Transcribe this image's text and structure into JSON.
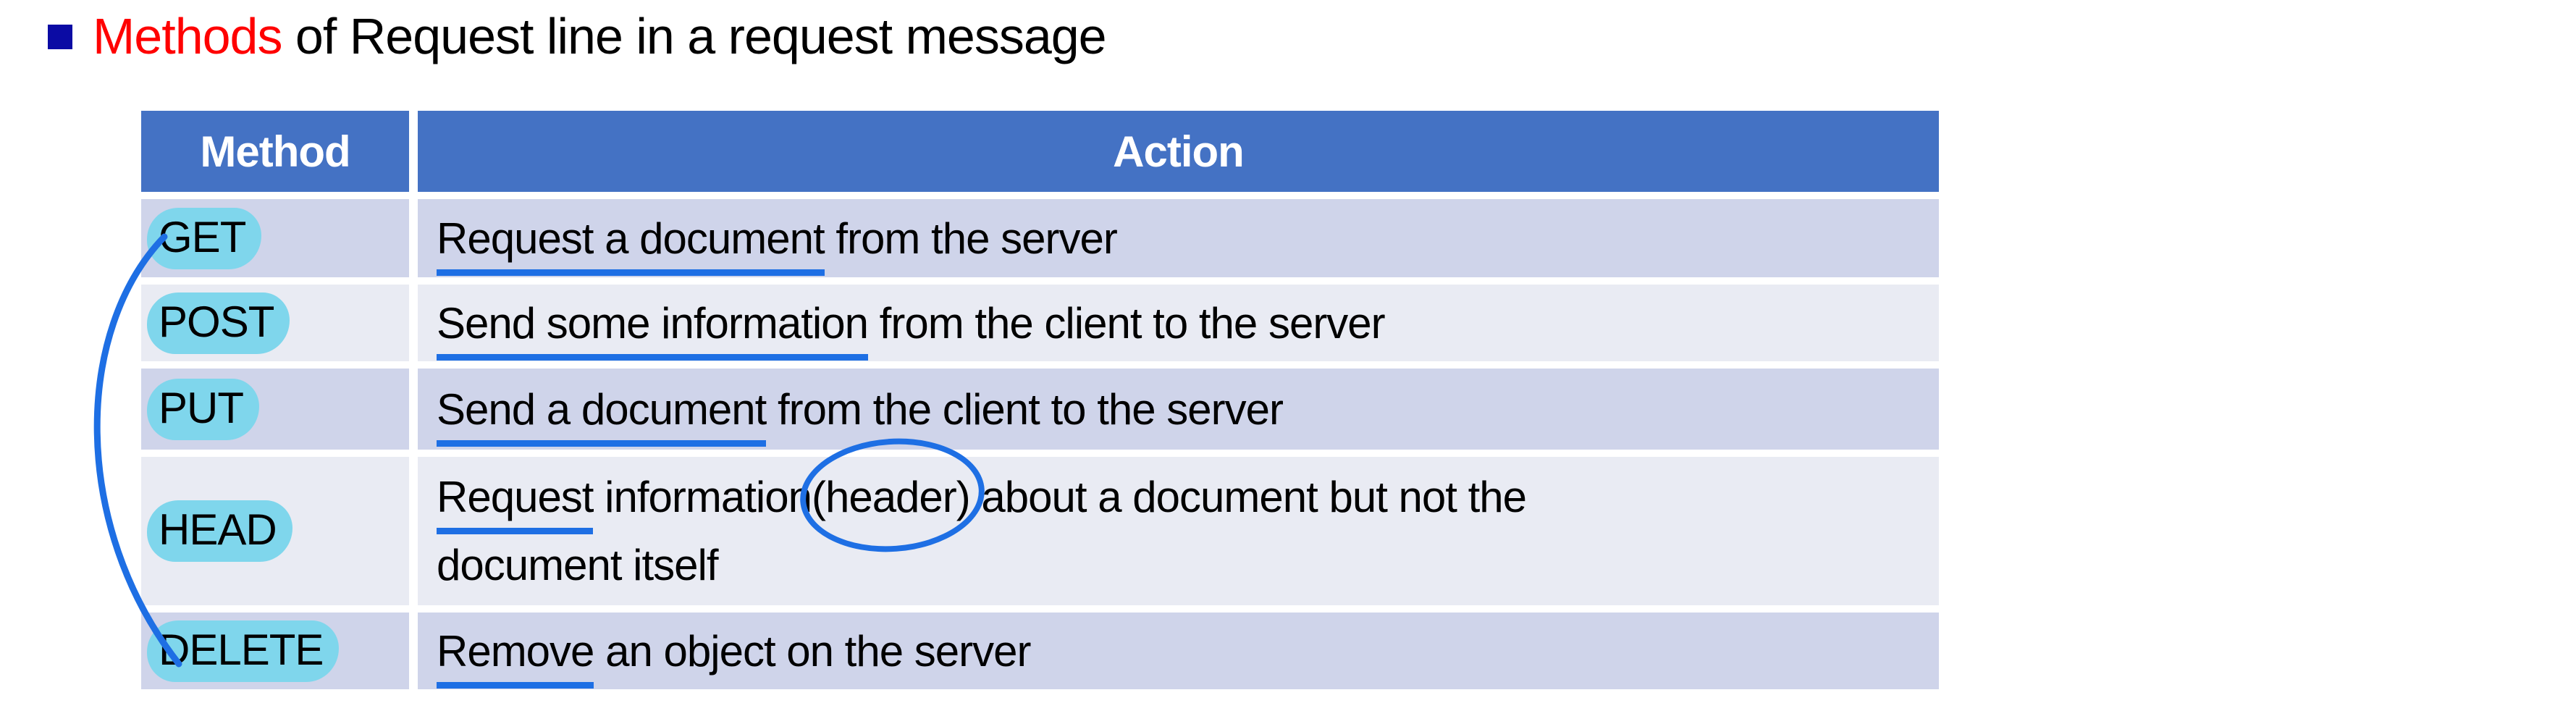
{
  "slide": {
    "title": {
      "emphasis": "Methods",
      "rest": " of Request line in a request message"
    }
  },
  "colors": {
    "page_bg": "#FFFFFF",
    "title_emphasis_red": "#FF0000",
    "bullet_navy": "#0B0BA4",
    "header_bg_blue": "#4472C4",
    "header_text": "#FFFFFF",
    "row_band_dark": "#CFD4EA",
    "row_band_light": "#E9EBF3",
    "method_highlight_cyan": "#7FD6EC",
    "ink_annotation_blue": "#1E6FE4",
    "body_text": "#000000"
  },
  "table": {
    "headers": [
      {
        "label": "Method"
      },
      {
        "label": "Action"
      }
    ],
    "rows": [
      {
        "method": "GET",
        "segments": [
          {
            "text": "Request a document",
            "underline": true
          },
          {
            "text": " from the server"
          }
        ]
      },
      {
        "method": "POST",
        "segments": [
          {
            "text": "Send some information",
            "underline": true
          },
          {
            "text": " from the client to the server"
          }
        ]
      },
      {
        "method": "PUT",
        "segments": [
          {
            "text": "Send a document",
            "underline": true
          },
          {
            "text": " from the client to the server"
          }
        ]
      },
      {
        "method": "HEAD",
        "segments": [
          {
            "text": "Request",
            "underline": true
          },
          {
            "text": " information"
          },
          {
            "text": "(header)",
            "circle": true
          },
          {
            "text": " about a document but not the"
          },
          {
            "break": true
          },
          {
            "text": "document itself"
          }
        ]
      },
      {
        "method": "DELETE",
        "segments": [
          {
            "text": "Remove",
            "underline": true
          },
          {
            "text": " an object on the server"
          }
        ]
      }
    ]
  },
  "annotations": {
    "left_arc": "hand-drawn blue arc grouping rows GET through DELETE",
    "method_highlights": "cyan marker blobs behind each method name",
    "underlines": "blue marker underlines on key action phrases",
    "header_circle": "blue hand-drawn ellipse around (header) in HEAD row"
  }
}
